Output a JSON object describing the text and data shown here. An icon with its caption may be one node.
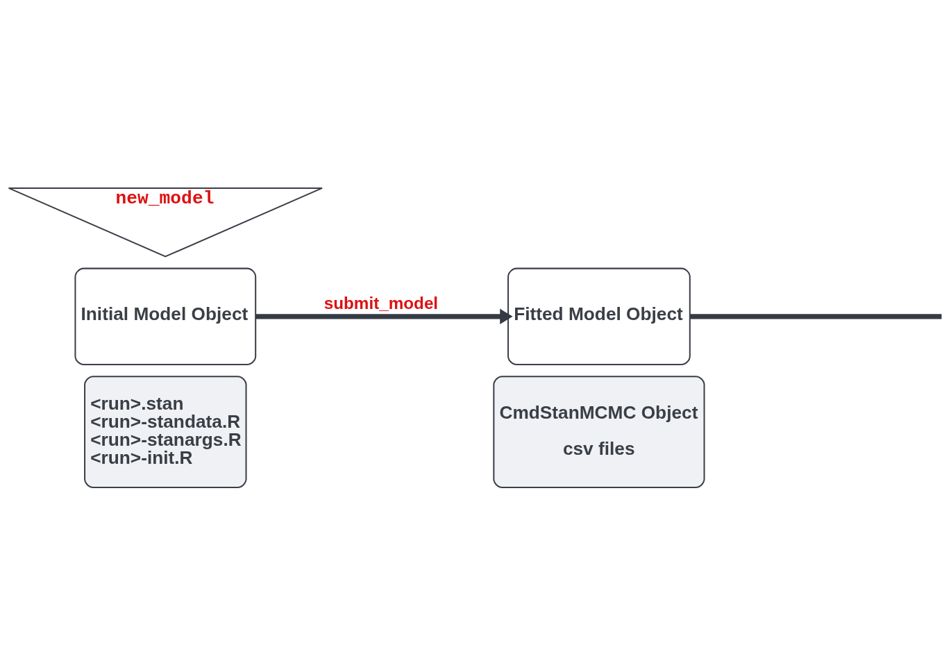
{
  "diagram": {
    "nodes": [
      {
        "text": [
          "new_model"
        ]
      },
      {
        "text": [
          "Initial Model Object"
        ]
      },
      {
        "text": [
          "<run>.stan",
          "<run>-standata.R",
          "<run>-stanargs.R",
          "<run>-init.R"
        ]
      },
      {
        "text": [
          "Fitted Model Object"
        ]
      },
      {
        "text": [
          "CmdStanMCMC Object",
          "csv files"
        ]
      }
    ],
    "edges": [
      {
        "from": 1,
        "to": 3,
        "arrow": "to",
        "label": "submit_model"
      },
      {
        "from": 3,
        "to": null,
        "arrow": "none"
      }
    ]
  }
}
